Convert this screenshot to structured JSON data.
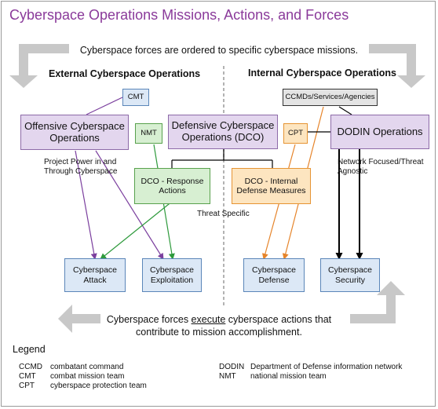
{
  "title": "Cyberspace Operations Missions, Actions, and Forces",
  "top_statement": "Cyberspace forces are ordered to specific cyberspace missions.",
  "external_heading": "External Cyberspace Operations",
  "internal_heading": "Internal Cyberspace Operations",
  "nodes": {
    "cmt": "CMT",
    "nmt": "NMT",
    "cpt": "CPT",
    "ccmds": "CCMDs/Services/Agencies",
    "oco": "Offensive Cyberspace Operations",
    "dco": "Defensive Cyberspace Operations (DCO)",
    "dodin_ops": "DODIN Operations",
    "dco_ra": "DCO - Response Actions",
    "dco_idm": "DCO - Internal Defense Measures",
    "attack": "Cyberspace Attack",
    "exploitation": "Cyberspace Exploitation",
    "defense": "Cyberspace Defense",
    "security": "Cyberspace Security"
  },
  "annotations": {
    "project_power": "Project Power in and Through Cyberspace",
    "threat_specific": "Threat Specific",
    "network_focused": "Network Focused/Threat Agnostic"
  },
  "bottom_statement": {
    "pre": "Cyberspace forces ",
    "emph": "execute",
    "post": " cyberspace actions that",
    "line2": "contribute to mission accomplishment."
  },
  "legend": {
    "title": "Legend",
    "items": [
      {
        "abbr": "CCMD",
        "meaning": "combatant command"
      },
      {
        "abbr": "CMT",
        "meaning": "combat mission team"
      },
      {
        "abbr": "CPT",
        "meaning": "cyberspace protection team"
      },
      {
        "abbr": "DODIN",
        "meaning": "Department of Defense information network"
      },
      {
        "abbr": "NMT",
        "meaning": "national mission team"
      }
    ]
  },
  "colors": {
    "title": "#8a3a9a",
    "purple_line": "#7b3f9e",
    "green_line": "#2e9a3c",
    "orange_line": "#e6842a",
    "black_line": "#000000",
    "gray_arrow": "#c8c8c8"
  }
}
